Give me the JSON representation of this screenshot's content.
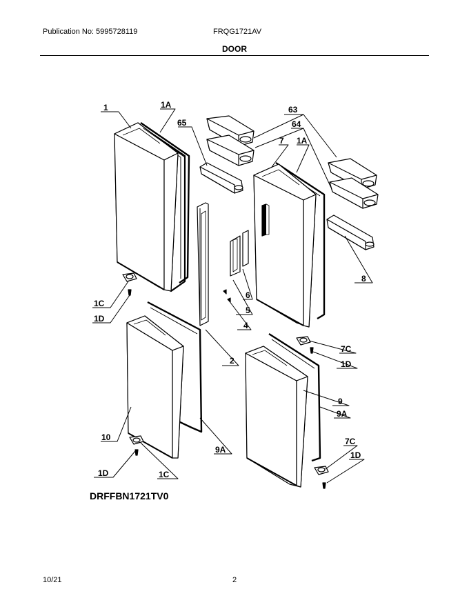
{
  "header": {
    "publication": "Publication No: 5995728119",
    "model": "FRQG1721AV",
    "section": "DOOR"
  },
  "diagram": {
    "code": "DRFFBN1721TV0",
    "callouts": {
      "c1": "1",
      "c1a_left": "1A",
      "c65": "65",
      "c63": "63",
      "c64": "64",
      "c7": "7",
      "c1a_right": "1A",
      "c8": "8",
      "c6": "6",
      "c5": "5",
      "c4": "4",
      "c1c_top": "1C",
      "c1d_top": "1D",
      "c2": "2",
      "c7c_top": "7C",
      "c1d_mid": "1D",
      "c9": "9",
      "c9a_right": "9A",
      "c10": "10",
      "c9a_left": "9A",
      "c7c_bot": "7C",
      "c1d_right": "1D",
      "c1d_bot": "1D",
      "c1c_bot": "1C"
    }
  },
  "footer": {
    "date": "10/21",
    "page": "2"
  }
}
